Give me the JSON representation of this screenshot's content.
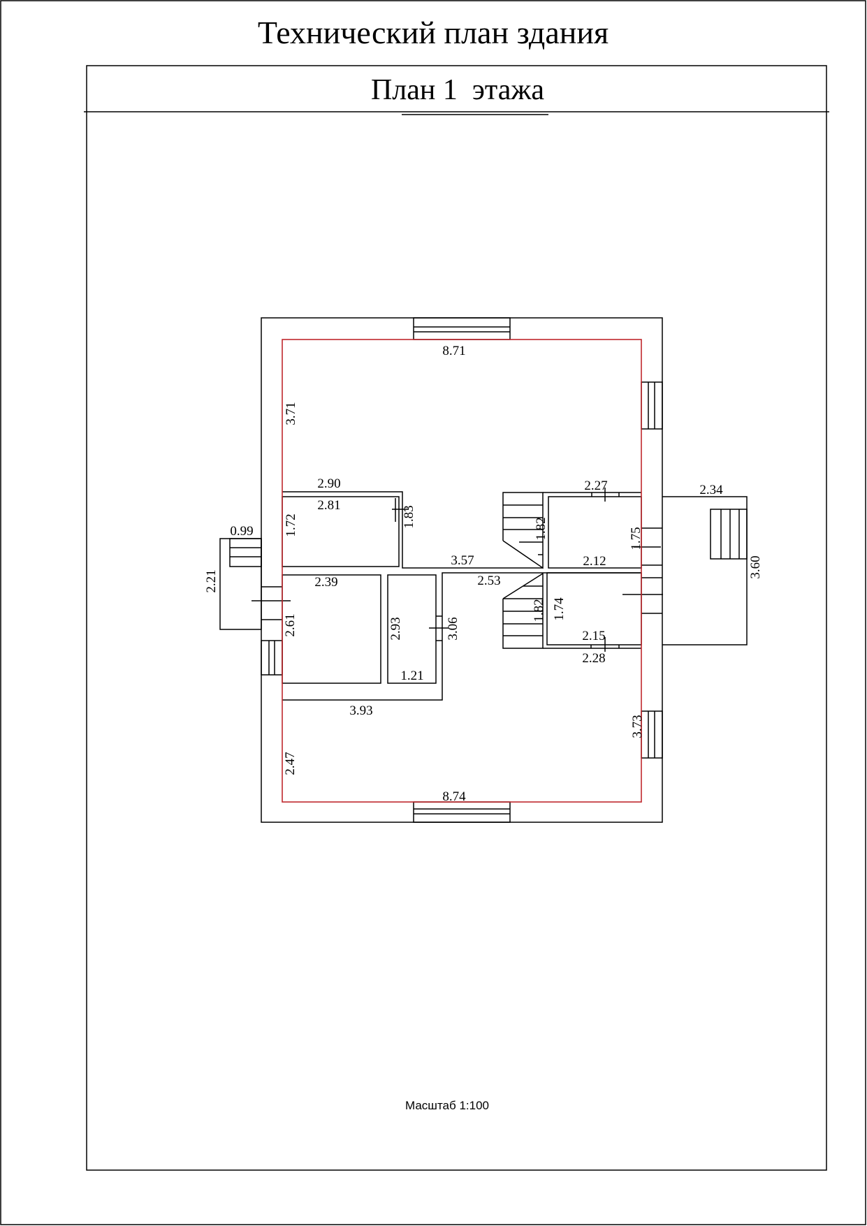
{
  "document": {
    "title": "Технический план здания",
    "sheet_title": "План 1  этажа",
    "scale_label": "Масштаб 1:100"
  },
  "dimensions": {
    "top_outer": "8.71",
    "bottom_outer": "8.74",
    "left_upper": "3.71",
    "room1_top_outer": "2.90",
    "room1_top_inner": "2.81",
    "room1_right": "1.83",
    "room1_left": "1.72",
    "porch_left_width": "0.99",
    "porch_left_height": "2.21",
    "corridor_top": "3.57",
    "room2_top": "2.39",
    "corridor_bottom": "2.53",
    "room2_left": "2.61",
    "room3_left": "2.93",
    "room3_right": "3.06",
    "room3_bottom": "1.21",
    "hall_top": "3.93",
    "left_lower": "2.47",
    "stair_upper": "1.82",
    "stair_lower": "1.82",
    "room5_left": "1.74",
    "room4_top": "2.27",
    "room4_right": "1.75",
    "room4_bottom": "2.12",
    "room5_bottom_inner": "2.15",
    "room5_bottom_outer": "2.28",
    "porch_right_width": "2.34",
    "porch_right_height": "3.60",
    "right_lower": "3.73"
  },
  "colors": {
    "outline": "#000000",
    "area_boundary": "#c0282d"
  }
}
